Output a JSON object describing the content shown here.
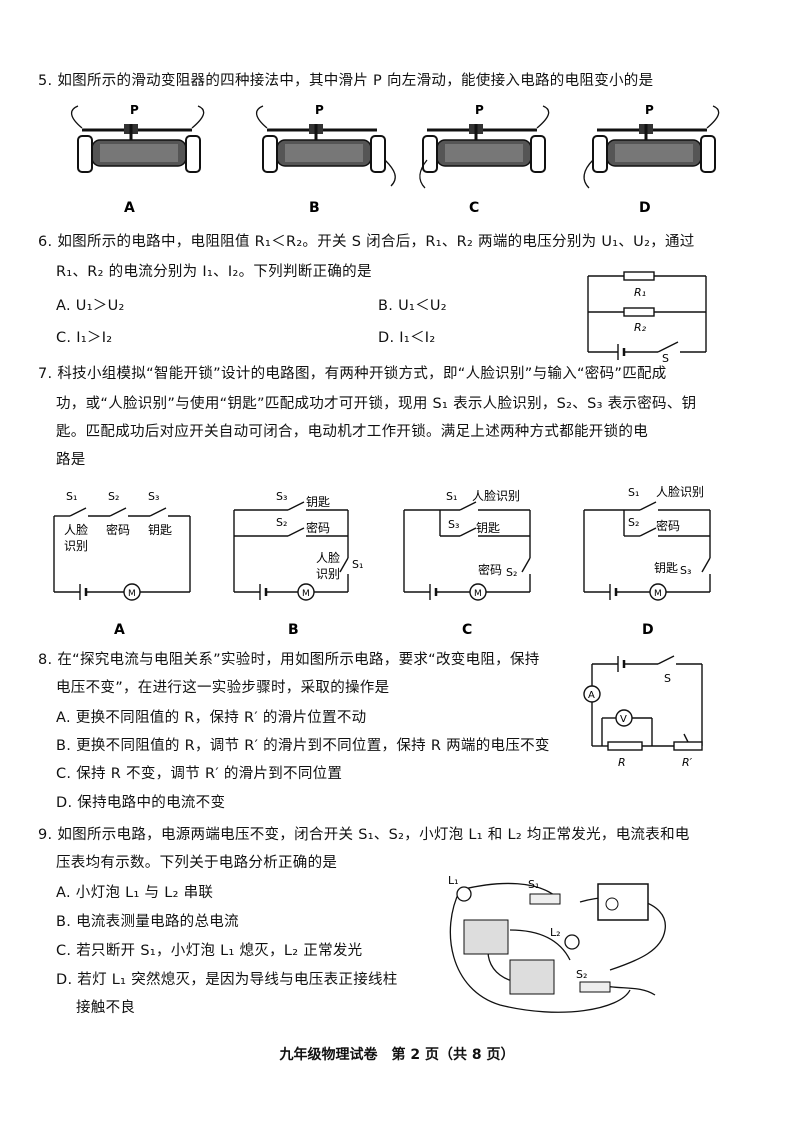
{
  "q5": {
    "stem": "5. 如图所示的滑动变阻器的四种接法中，其中滑片 P 向左滑动，能使接入电路的电阻变小的是",
    "slider_label": "P",
    "options": [
      "A",
      "B",
      "C",
      "D"
    ]
  },
  "q6": {
    "line1": "6. 如图所示的电路中，电阻阻值 R₁＜R₂。开关 S 闭合后，R₁、R₂ 两端的电压分别为 U₁、U₂，通过",
    "line2": "R₁、R₂ 的电流分别为 I₁、I₂。下列判断正确的是",
    "optA": "A. U₁＞U₂",
    "optB": "B. U₁＜U₂",
    "optC": "C. I₁＞I₂",
    "optD": "D. I₁＜I₂",
    "fig": {
      "r1": "R₁",
      "r2": "R₂",
      "s": "S"
    }
  },
  "q7": {
    "line1": "7. 科技小组模拟“智能开锁”设计的电路图，有两种开锁方式，即“人脸识别”与输入“密码”匹配成",
    "line2": "功，或“人脸识别”与使用“钥匙”匹配成功才可开锁，现用 S₁ 表示人脸识别，S₂、S₃ 表示密码、钥",
    "line3": "匙。匹配成功后对应开关自动可闭合，电动机才工作开锁。满足上述两种方式都能开锁的电",
    "line4": "路是",
    "options": [
      "A",
      "B",
      "C",
      "D"
    ],
    "motor": "M",
    "s1": "S₁",
    "s2": "S₂",
    "s3": "S₃",
    "face": "人脸识别",
    "face_a1": "人脸",
    "face_a2": "识别",
    "password": "密码",
    "key": "钥匙",
    "face_b1": "人脸",
    "face_b2": "识别"
  },
  "q8": {
    "line1": "8. 在“探究电流与电阻关系”实验时，用如图所示电路，要求“改变电阻，保持",
    "line2": "电压不变”，在进行这一实验步骤时，采取的操作是",
    "optA": "A. 更换不同阻值的 R，保持 R′ 的滑片位置不动",
    "optB": "B. 更换不同阻值的 R，调节 R′ 的滑片到不同位置，保持 R 两端的电压不变",
    "optC": "C. 保持 R 不变，调节 R′ 的滑片到不同位置",
    "optD": "D. 保持电路中的电流不变",
    "fig": {
      "ammeter": "A",
      "voltmeter": "V",
      "s": "S",
      "r": "R",
      "rp": "R′"
    }
  },
  "q9": {
    "line1": "9. 如图所示电路，电源两端电压不变，闭合开关 S₁、S₂，小灯泡 L₁ 和 L₂ 均正常发光，电流表和电",
    "line2": "压表均有示数。下列关于电路分析正确的是",
    "optA": "A. 小灯泡 L₁ 与 L₂ 串联",
    "optB": "B. 电流表测量电路的总电流",
    "optC": "C. 若只断开 S₁，小灯泡 L₁ 熄灭，L₂ 正常发光",
    "optD1": "D. 若灯 L₁ 突然熄灭，是因为导线与电压表正接线柱",
    "optD2": "接触不良",
    "fig": {
      "l1": "L₁",
      "l2": "L₂",
      "s1": "S₁",
      "s2": "S₂"
    }
  },
  "footer": "九年级物理试卷　第 2 页（共 8 页）"
}
